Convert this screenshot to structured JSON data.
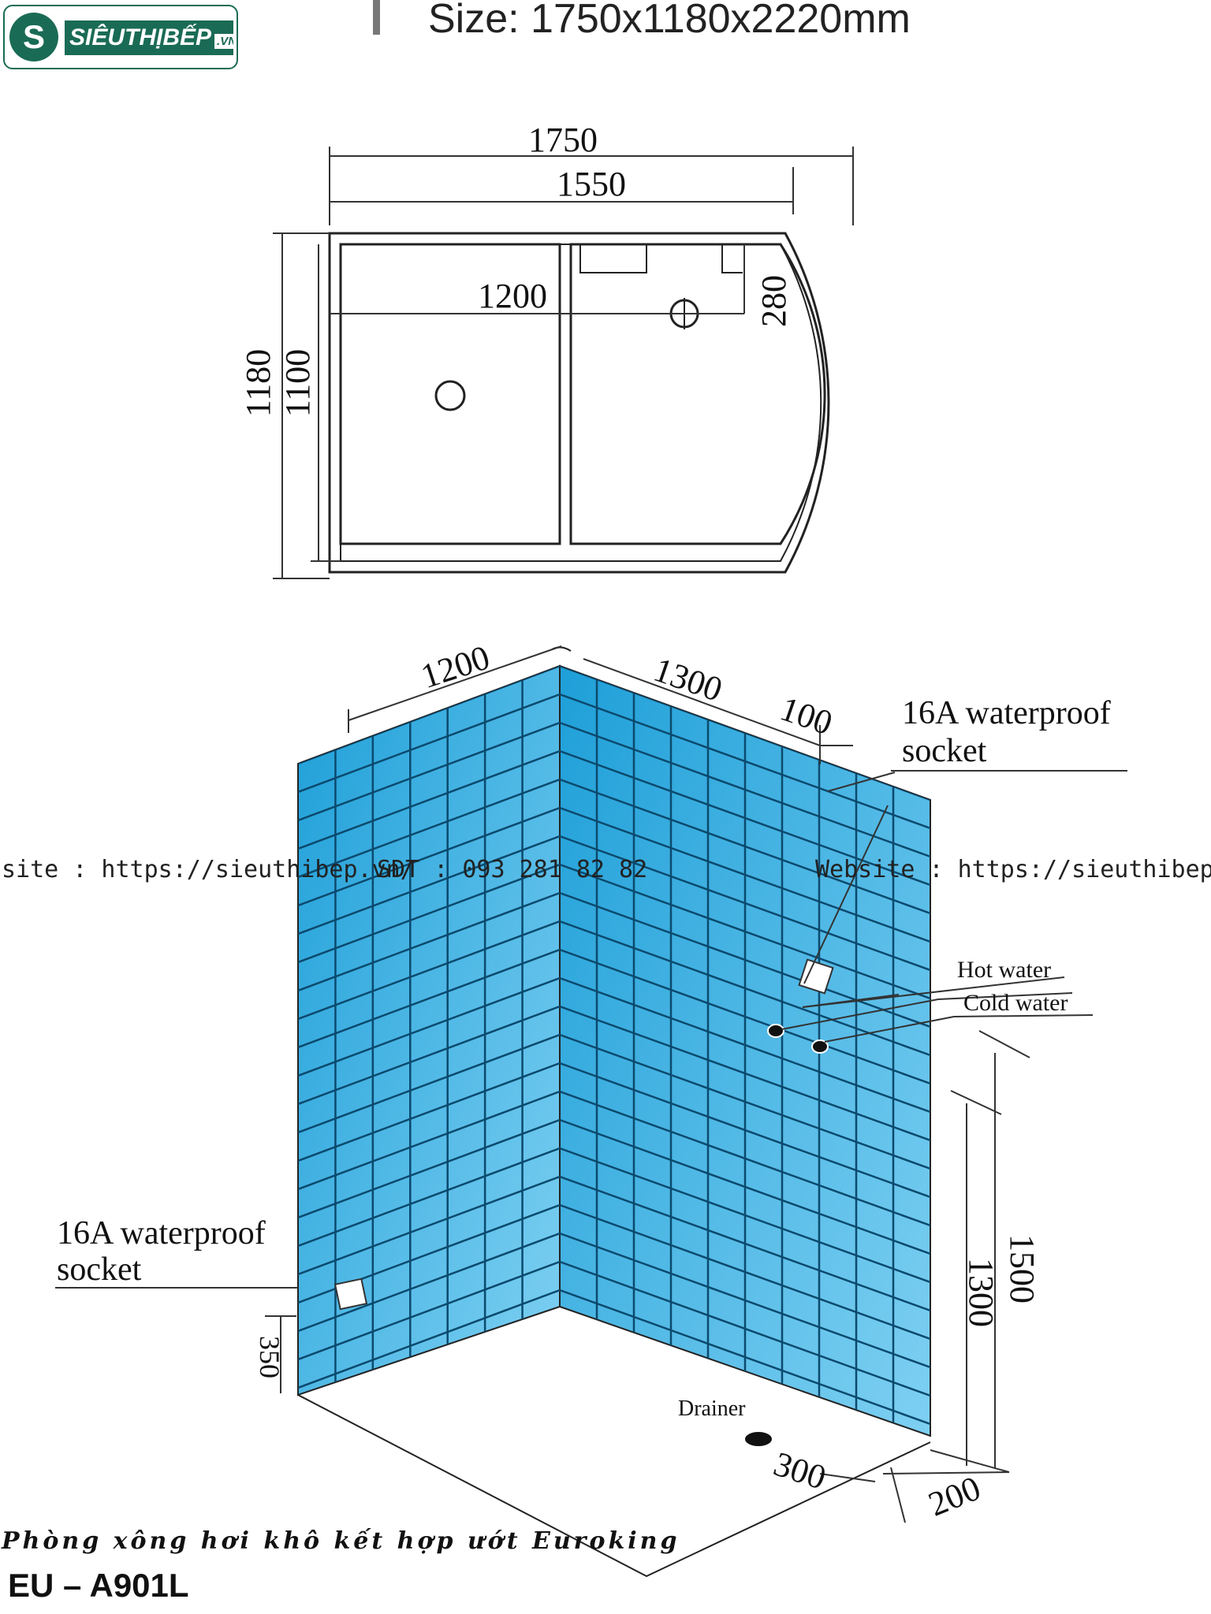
{
  "brand": {
    "logo_mark": "S",
    "logo_text": "SIÊUTHỊBẾP",
    "logo_suffix": ".VN",
    "logo_color": "#1a6b55"
  },
  "header": {
    "size_label": "Size: 1750x1180x2220mm"
  },
  "plan_view": {
    "dims": {
      "overall_width": "1750",
      "inner_width": "1550",
      "basin_width": "1200",
      "seat_depth": "280",
      "overall_depth": "1180",
      "inner_depth": "1100"
    }
  },
  "wall_view": {
    "dims": {
      "left_wall": "1200",
      "right_wall": "1300",
      "offset_top": "100",
      "height_1500": "1500",
      "height_1300": "1300",
      "socket_height": "350",
      "drain_x": "300",
      "drain_y": "200"
    },
    "labels": {
      "socket_right_line1": "16A waterproof",
      "socket_right_line2": "socket",
      "socket_left_line1": "16A waterproof",
      "socket_left_line2": "socket",
      "hot_water": "Hot water",
      "cold_water": "Cold water",
      "drainer": "Drainer"
    },
    "tile_color": "#29a9e0"
  },
  "watermarks": {
    "left": "site : https://sieuthibep.vn/",
    "center": "SDT : 093 281 82 82",
    "right": "Website : https://sieuthibep.vn/"
  },
  "footer": {
    "caption": "Phòng xông hơi khô kết hợp ướt Euroking",
    "model": "EU – A901L"
  }
}
